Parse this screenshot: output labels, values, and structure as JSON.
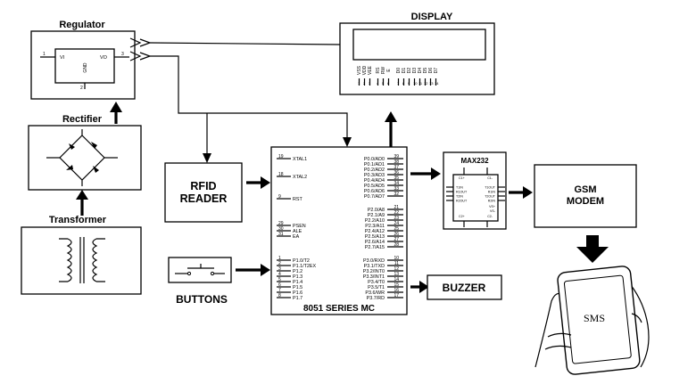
{
  "blocks": {
    "regulator": {
      "label": "Regulator",
      "pin_in": "1",
      "pin_out": "3",
      "vi": "VI",
      "vo": "VO",
      "gnd": "GND",
      "gnd_pin": "2"
    },
    "rectifier": {
      "label": "Rectifier"
    },
    "transformer": {
      "label": "Transformer"
    },
    "display": {
      "label": "DISPLAY",
      "pins": [
        "VSS",
        "VDD",
        "VEE",
        "RS",
        "RW",
        "E",
        "D0",
        "D1",
        "D2",
        "D3",
        "D4",
        "D5",
        "D6",
        "D7"
      ],
      "pin_numbers": [
        "1",
        "2",
        "3",
        "4",
        "5",
        "6",
        "7",
        "8",
        "9",
        "10",
        "11",
        "12",
        "13",
        "14"
      ]
    },
    "rfid": {
      "label_line1": "RFID",
      "label_line2": "READER"
    },
    "buttons": {
      "label": "BUTTONS"
    },
    "mcu": {
      "label": "8051 SERIES MC",
      "left_pins": [
        {
          "num": "19",
          "name": "XTAL1"
        },
        {
          "num": "18",
          "name": "XTAL2"
        },
        {
          "num": "9",
          "name": "RST"
        },
        {
          "num": "29",
          "name": "PSEN"
        },
        {
          "num": "30",
          "name": "ALE"
        },
        {
          "num": "31",
          "name": "EA"
        },
        {
          "num": "1",
          "name": "P1.0/T2"
        },
        {
          "num": "2",
          "name": "P1.1/T2EX"
        },
        {
          "num": "3",
          "name": "P1.2"
        },
        {
          "num": "4",
          "name": "P1.3"
        },
        {
          "num": "5",
          "name": "P1.4"
        },
        {
          "num": "6",
          "name": "P1.5"
        },
        {
          "num": "7",
          "name": "P1.6"
        },
        {
          "num": "8",
          "name": "P1.7"
        }
      ],
      "right_pins": [
        {
          "num": "39",
          "name": "P0.0/AD0"
        },
        {
          "num": "38",
          "name": "P0.1/AD1"
        },
        {
          "num": "37",
          "name": "P0.2/AD2"
        },
        {
          "num": "36",
          "name": "P0.3/AD3"
        },
        {
          "num": "35",
          "name": "P0.4/AD4"
        },
        {
          "num": "34",
          "name": "P0.5/AD5"
        },
        {
          "num": "33",
          "name": "P0.6/AD6"
        },
        {
          "num": "32",
          "name": "P0.7/AD7"
        },
        {
          "num": "21",
          "name": "P2.0/A8"
        },
        {
          "num": "22",
          "name": "P2.1/A9"
        },
        {
          "num": "23",
          "name": "P2.2/A10"
        },
        {
          "num": "24",
          "name": "P2.3/A11"
        },
        {
          "num": "25",
          "name": "P2.4/A12"
        },
        {
          "num": "26",
          "name": "P2.5/A13"
        },
        {
          "num": "27",
          "name": "P2.6/A14"
        },
        {
          "num": "28",
          "name": "P2.7/A15"
        },
        {
          "num": "10",
          "name": "P3.0/RXD"
        },
        {
          "num": "11",
          "name": "P3.1/TXD"
        },
        {
          "num": "12",
          "name": "P3.2/INT0"
        },
        {
          "num": "13",
          "name": "P3.3/INT1"
        },
        {
          "num": "14",
          "name": "P3.4/T0"
        },
        {
          "num": "15",
          "name": "P3.5/T1"
        },
        {
          "num": "16",
          "name": "P3.6/WR"
        },
        {
          "num": "17",
          "name": "P3.7/RD"
        }
      ]
    },
    "max232": {
      "label": "MAX232",
      "left_pins": [
        "T1IN",
        "R1OUT",
        "T2IN",
        "R2OUT"
      ],
      "right_pins": [
        "T1OUT",
        "R1IN",
        "T2OUT",
        "R2IN"
      ],
      "top_left": "C1+",
      "top_right": "C1-",
      "bottom_left": "C2+",
      "bottom_right": "C2-",
      "mid_right_1": "VS+",
      "mid_right_2": "VS-"
    },
    "gsm": {
      "label_line1": "GSM",
      "label_line2": "MODEM"
    },
    "buzzer": {
      "label": "BUZZER"
    },
    "phone": {
      "screen_text": "SMS"
    }
  }
}
